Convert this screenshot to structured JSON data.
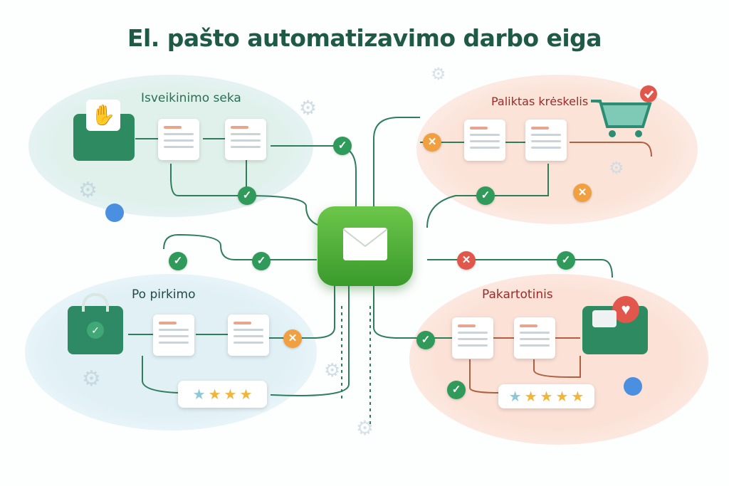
{
  "title": "El. pašto automatizavimo darbo eiga",
  "sections": [
    {
      "label": "Isveikinimo seka",
      "color": "#2b6e56"
    },
    {
      "label": "Paliktas krėskelis",
      "color": "#9a2b2b"
    },
    {
      "label": "Po pirkimo",
      "color": "#234a4a"
    },
    {
      "label": "Pakartotinis",
      "color": "#9a2b2b"
    }
  ],
  "stars": {
    "filled_glyph": "★",
    "count": 5
  },
  "colors": {
    "green": "#2f9a5a",
    "orange": "#f0a040",
    "red": "#e2574c",
    "title": "#1f5a46"
  }
}
